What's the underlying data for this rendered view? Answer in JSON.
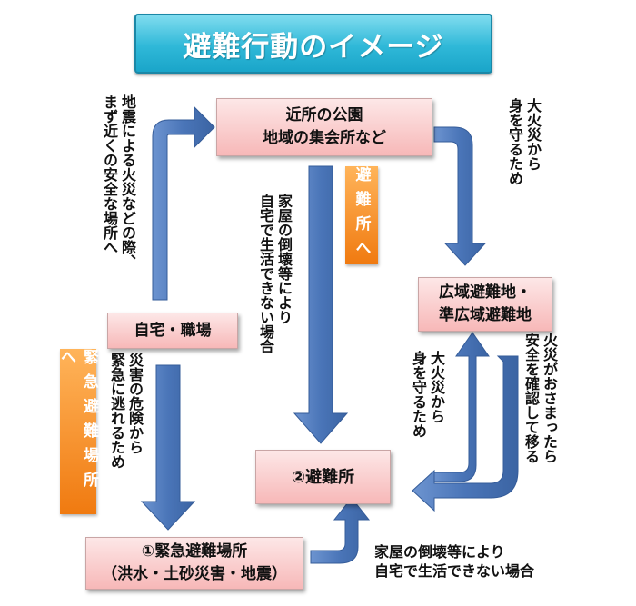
{
  "title": "避難行動のイメージ",
  "nodes": {
    "park": "近所の公園\n地域の集会所など",
    "home": "自宅・職場",
    "wide_area": "広域避難地・\n準広域避難地",
    "shelter": "②避難所",
    "emergency": "①緊急避難場所\n（洪水・土砂災害・地震）"
  },
  "tags": {
    "shelter_dir": "避難所へ",
    "emergency_dir": "緊急避難場所へ"
  },
  "labels": {
    "quake_fire": "地震による火災などの際、\nまず近くの安全な場所へ",
    "big_fire_top": "大火災から\n身を守るため",
    "collapse_vertical": "家屋の倒壊等により\n自宅で生活できない場合",
    "danger_escape": "災害の危険から\n緊急に逃れるため",
    "big_fire_mid": "大火災から\n身を守るため",
    "fire_settled": "火災がおさまったら\n安全を確認して移る",
    "collapse_bottom": "家屋の倒壊等により\n自宅で生活できない場合"
  },
  "colors": {
    "arrow": "#4a75b8",
    "arrow_edge": "#355c99",
    "node_fill": "#f9c9c9",
    "tag_fill": "#f08a1f",
    "title_fill": "#2fb8d8"
  }
}
